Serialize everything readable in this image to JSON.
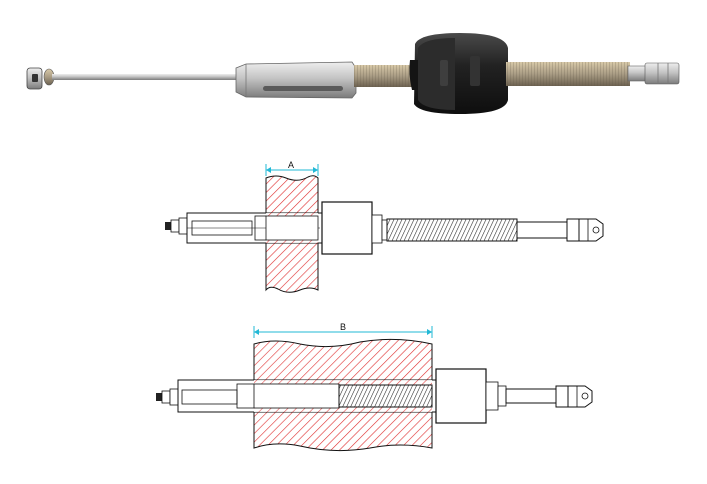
{
  "dimensions": {
    "a_label": "A",
    "b_label": "B"
  },
  "colors": {
    "dimension_line": "#22b8d6",
    "wall_hatch": "#e03030",
    "outline": "#111111",
    "tool_steel": "#b9b9b9",
    "nut_dark": "#1e1e1e"
  },
  "icons": {
    "photo": "threaded-rod-tool-photo",
    "diagram_a": "tool-in-thin-wall-diagram",
    "diagram_b": "tool-in-thick-wall-diagram"
  }
}
